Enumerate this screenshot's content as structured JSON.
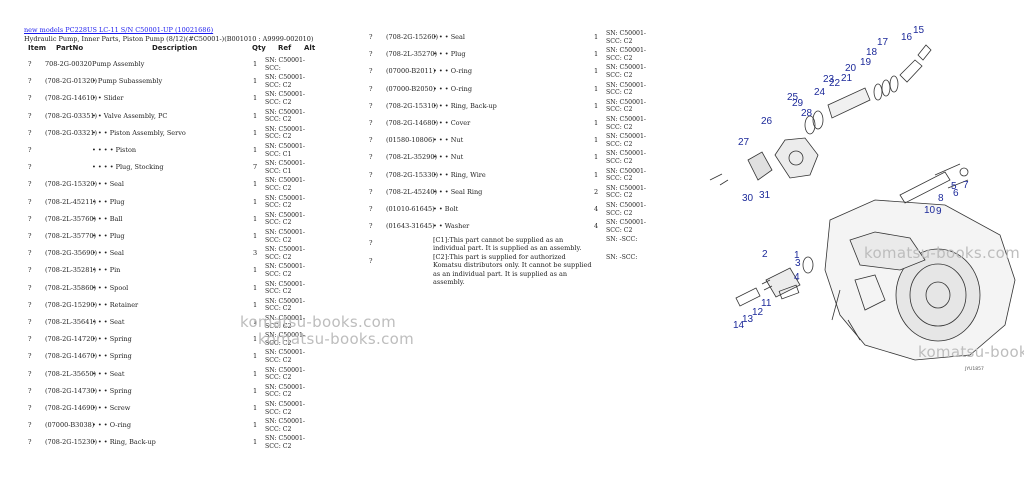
{
  "header": {
    "breadcrumb_link": "new models PC228US LC-11 S/N C50001-UP (10021686)",
    "subtitle": "Hydraulic Pump, Inner Parts, Piston Pump (8/12)(#C50001-)(B001010 : A9999-002010)"
  },
  "columns": {
    "item": "Item",
    "partno": "PartNo",
    "description": "Description",
    "qty": "Qty",
    "ref": "Ref",
    "alt": "Alt"
  },
  "left_rows": [
    {
      "item": "?",
      "partno": "708-2G-00320",
      "desc": "Pump Assembly",
      "qty": "1",
      "sn": "SN: C50001-SCC:"
    },
    {
      "item": "?",
      "partno": "(708-2G-01320)",
      "desc": "• Pump Subassembly",
      "qty": "1",
      "sn": "SN: C50001-SCC: C2"
    },
    {
      "item": "?",
      "partno": "(708-2G-14610)",
      "desc": "• • Slider",
      "qty": "1",
      "sn": "SN: C50001-SCC: C2"
    },
    {
      "item": "?",
      "partno": "(708-2G-03351)",
      "desc": "• • Valve Assembly, PC",
      "qty": "1",
      "sn": "SN: C50001-SCC: C2"
    },
    {
      "item": "?",
      "partno": "(708-2G-03321)",
      "desc": "• • • Piston Assembly, Servo",
      "qty": "1",
      "sn": "SN: C50001-SCC: C2"
    },
    {
      "item": "?",
      "partno": "",
      "desc": "• • • • Piston",
      "qty": "1",
      "sn": "SN: C50001-SCC: C1"
    },
    {
      "item": "?",
      "partno": "",
      "desc": "• • • • Plug, Stocking",
      "qty": "7",
      "sn": "SN: C50001-SCC: C1"
    },
    {
      "item": "?",
      "partno": "(708-2G-15320)",
      "desc": "• • • Seal",
      "qty": "1",
      "sn": "SN: C50001-SCC: C2"
    },
    {
      "item": "?",
      "partno": "(708-2L-45211)",
      "desc": "• • • Plug",
      "qty": "1",
      "sn": "SN: C50001-SCC: C2"
    },
    {
      "item": "?",
      "partno": "(708-2L-35760)",
      "desc": "• • • Ball",
      "qty": "1",
      "sn": "SN: C50001-SCC: C2"
    },
    {
      "item": "?",
      "partno": "(708-2L-35770)",
      "desc": "• • • Plug",
      "qty": "1",
      "sn": "SN: C50001-SCC: C2"
    },
    {
      "item": "?",
      "partno": "(708-2G-35690)",
      "desc": "• • • Seal",
      "qty": "3",
      "sn": "SN: C50001-SCC: C2"
    },
    {
      "item": "?",
      "partno": "(708-2L-35281)",
      "desc": "• • • Pin",
      "qty": "1",
      "sn": "SN: C50001-SCC: C2"
    },
    {
      "item": "?",
      "partno": "(708-2L-35860)",
      "desc": "• • • Spool",
      "qty": "1",
      "sn": "SN: C50001-SCC: C2"
    },
    {
      "item": "?",
      "partno": "(708-2G-15290)",
      "desc": "• • • Retainer",
      "qty": "1",
      "sn": "SN: C50001-SCC: C2"
    },
    {
      "item": "?",
      "partno": "(708-2L-35641)",
      "desc": "• • • Seat",
      "qty": "1",
      "sn": "SN: C50001-SCC: C2"
    },
    {
      "item": "?",
      "partno": "(708-2G-14720)",
      "desc": "• • • Spring",
      "qty": "1",
      "sn": "SN: C50001-SCC: C2"
    },
    {
      "item": "?",
      "partno": "(708-2G-14670)",
      "desc": "• • • Spring",
      "qty": "1",
      "sn": "SN: C50001-SCC: C2"
    },
    {
      "item": "?",
      "partno": "(708-2L-35650)",
      "desc": "• • • Seat",
      "qty": "1",
      "sn": "SN: C50001-SCC: C2"
    },
    {
      "item": "?",
      "partno": "(708-2G-14730)",
      "desc": "• • • Spring",
      "qty": "1",
      "sn": "SN: C50001-SCC: C2"
    },
    {
      "item": "?",
      "partno": "(708-2G-14690)",
      "desc": "• • • Screw",
      "qty": "1",
      "sn": "SN: C50001-SCC: C2"
    },
    {
      "item": "?",
      "partno": "(07000-B3038)",
      "desc": "• • • O-ring",
      "qty": "1",
      "sn": "SN: C50001-SCC: C2"
    },
    {
      "item": "?",
      "partno": "(708-2G-15230)",
      "desc": "• • • Ring, Back-up",
      "qty": "1",
      "sn": "SN: C50001-SCC: C2"
    }
  ],
  "right_rows": [
    {
      "item": "?",
      "partno": "(708-2G-15260)",
      "desc": "• • • Seal",
      "qty": "1",
      "sn": "SN: C50001-SCC: C2"
    },
    {
      "item": "?",
      "partno": "(708-2L-35270)",
      "desc": "• • • Plug",
      "qty": "1",
      "sn": "SN: C50001-SCC: C2"
    },
    {
      "item": "?",
      "partno": "(07000-B2011)",
      "desc": "• • • O-ring",
      "qty": "1",
      "sn": "SN: C50001-SCC: C2"
    },
    {
      "item": "?",
      "partno": "(07000-B2050)",
      "desc": "• • • O-ring",
      "qty": "1",
      "sn": "SN: C50001-SCC: C2"
    },
    {
      "item": "?",
      "partno": "(708-2G-15310)",
      "desc": "• • • Ring, Back-up",
      "qty": "1",
      "sn": "SN: C50001-SCC: C2"
    },
    {
      "item": "?",
      "partno": "(708-2G-14680)",
      "desc": "• • • Cover",
      "qty": "1",
      "sn": "SN: C50001-SCC: C2"
    },
    {
      "item": "?",
      "partno": "(01580-10806)",
      "desc": "• • • Nut",
      "qty": "1",
      "sn": "SN: C50001-SCC: C2"
    },
    {
      "item": "?",
      "partno": "(708-2L-35290)",
      "desc": "• • • Nut",
      "qty": "1",
      "sn": "SN: C50001-SCC: C2"
    },
    {
      "item": "?",
      "partno": "(708-2G-15330)",
      "desc": "• • • Ring, Wire",
      "qty": "1",
      "sn": "SN: C50001-SCC: C2"
    },
    {
      "item": "?",
      "partno": "(708-2L-45240)",
      "desc": "• • • Seal Ring",
      "qty": "2",
      "sn": "SN: C50001-SCC: C2"
    },
    {
      "item": "?",
      "partno": "(01010-61645)",
      "desc": "• • Bolt",
      "qty": "4",
      "sn": "SN: C50001-SCC: C2"
    },
    {
      "item": "?",
      "partno": "(01643-31645)",
      "desc": "• • Washer",
      "qty": "4",
      "sn": "SN: C50001-SCC: C2"
    },
    {
      "item": "?",
      "partno": "",
      "desc": "",
      "qty": "",
      "sn": "SN: -SCC:"
    },
    {
      "item": "?",
      "partno": "",
      "desc": "",
      "qty": "",
      "sn": "SN: -SCC:"
    }
  ],
  "notes": {
    "c1": "[C1]:This part cannot be supplied as an individual part. It is supplied as an assembly.",
    "c2": "[C2]:This part is supplied for authorized Komatsu distributors only. It cannot be supplied as an individual part. It is supplied as an assembly."
  },
  "watermarks": {
    "w1": "komatsu-books.com",
    "w2": "komatsu-books.com",
    "w3": "komatsu-books.com",
    "w4": "komatsu-books"
  },
  "diagram": {
    "figure_code": "JYU1857",
    "callouts": [
      "15",
      "16",
      "17",
      "18",
      "19",
      "20",
      "21",
      "22",
      "23",
      "24",
      "25",
      "26",
      "27",
      "28",
      "29",
      "30",
      "31",
      "1",
      "2",
      "3",
      "4",
      "5",
      "6",
      "7",
      "8",
      "9",
      "10",
      "11",
      "12",
      "13",
      "14"
    ],
    "callout_color": "#1d2a9a"
  }
}
